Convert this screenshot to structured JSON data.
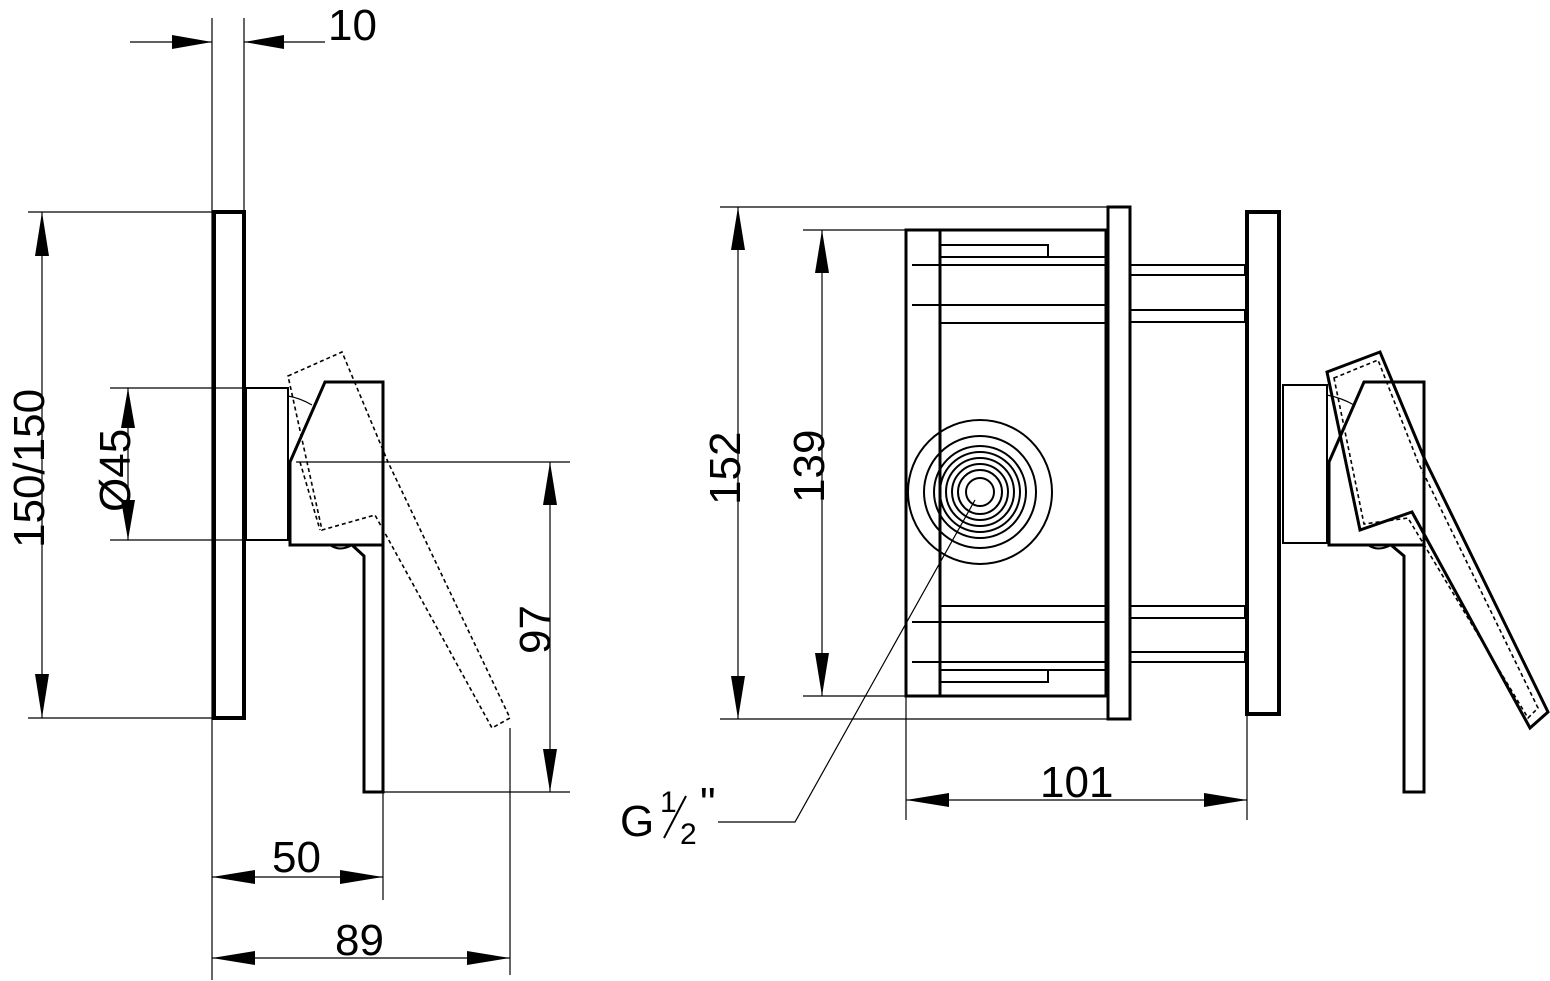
{
  "side_view": {
    "dimensions": {
      "cover_thickness": "10",
      "cover_size": "150/150",
      "body_diameter": "Ø45",
      "handle_height": "97",
      "handle_depth": "50",
      "total_depth": "89"
    }
  },
  "front_view": {
    "dimensions": {
      "box_outer_height": "152",
      "box_inner_height": "139",
      "box_depth": "101"
    },
    "connection": {
      "thread_prefix": "G",
      "thread_numerator": "1",
      "thread_denominator": "2",
      "thread_suffix": "\""
    }
  }
}
